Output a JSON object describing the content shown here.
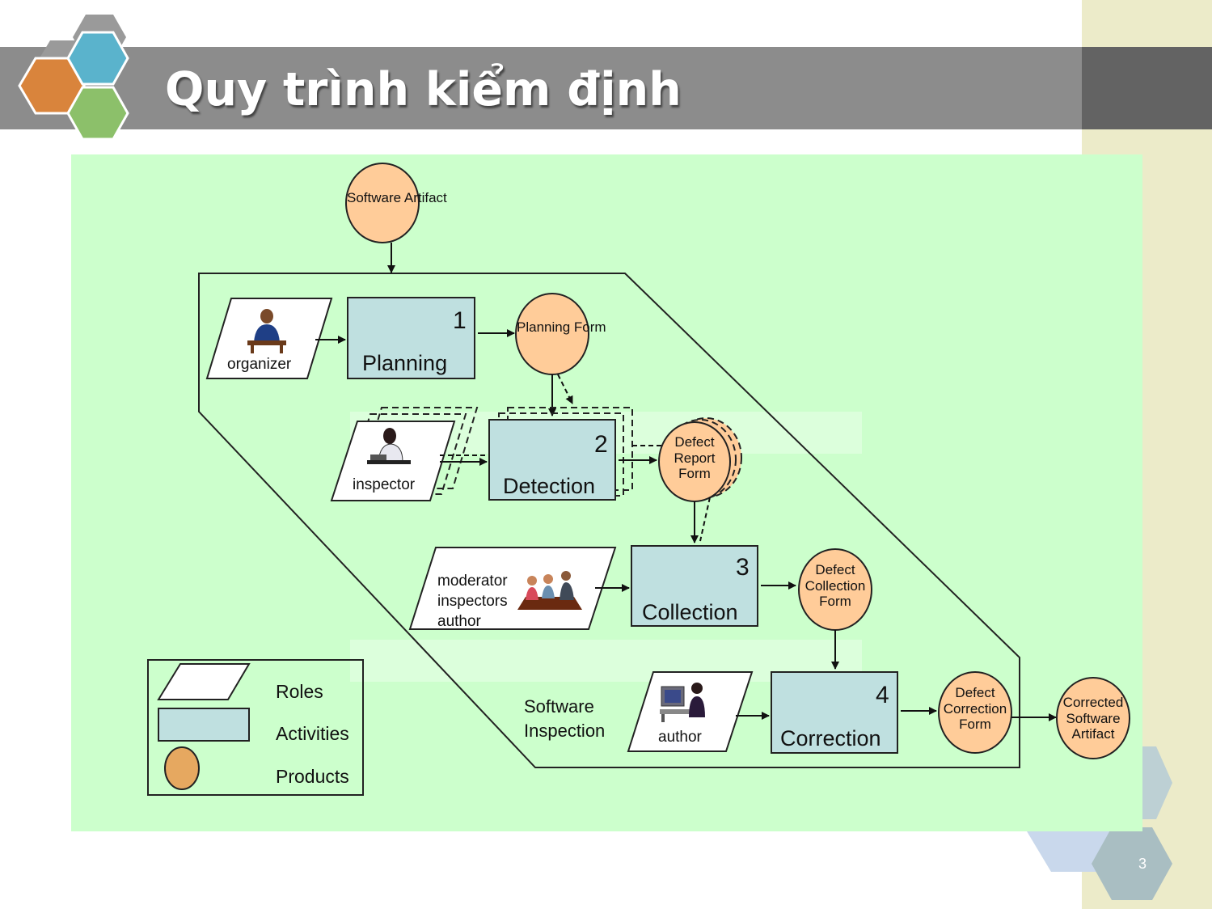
{
  "slide": {
    "title": "Quy trình kiểm định",
    "page_number": "3"
  },
  "diagram": {
    "inputs": {
      "software_artifact": "Software Artifact"
    },
    "boundary_label": "Software Inspection",
    "steps": [
      {
        "number": "1",
        "activity": "Planning",
        "role": "organizer",
        "product": "Planning Form"
      },
      {
        "number": "2",
        "activity": "Detection",
        "role": "inspector",
        "product": "Defect Report Form"
      },
      {
        "number": "3",
        "activity": "Collection",
        "roles": [
          "moderator",
          "inspectors",
          "author"
        ],
        "product": "Defect Collection Form"
      },
      {
        "number": "4",
        "activity": "Correction",
        "role": "author",
        "product": "Defect Correction Form"
      }
    ],
    "output": "Corrected Software Artifact",
    "legend": {
      "roles": "Roles",
      "activities": "Activities",
      "products": "Products"
    }
  },
  "colors": {
    "title_bar": "#8c8c8c",
    "side_strip": "#ecebc9",
    "diagram_bg": "#ccffcc",
    "activity_fill": "#bfe0e0",
    "product_fill": "#ffcc99",
    "hex_orange": "#d9843c",
    "hex_blue": "#5ab3cc",
    "hex_green": "#8cc06a"
  },
  "icons": {
    "logo": "hexagon-cluster-logo",
    "organizer": "person-at-desk-icon",
    "inspector": "person-reading-icon",
    "team": "meeting-group-icon",
    "author": "person-at-computer-icon"
  }
}
